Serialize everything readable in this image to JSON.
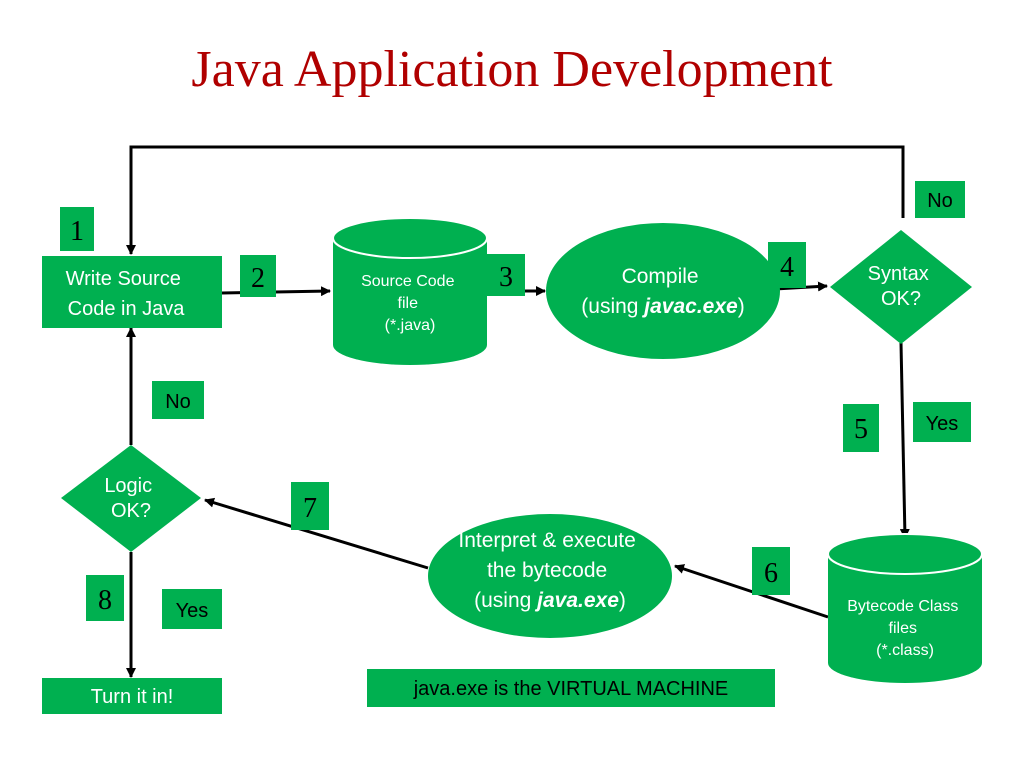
{
  "title": "Java Application Development",
  "colors": {
    "green": "#00b050",
    "title": "#b00000",
    "line": "#000000"
  },
  "nodes": {
    "write_source": {
      "line1": "Write Source",
      "line2": "Code in Java"
    },
    "source_file": {
      "line1": "Source Code",
      "line2": "file",
      "line3": "(*.java)"
    },
    "compile": {
      "line1": "Compile",
      "line2_prefix": "(using ",
      "line2_cmd": "javac.exe",
      "line2_suffix": ")"
    },
    "syntax_ok": {
      "line1": "Syntax",
      "line2": "OK?"
    },
    "bytecode_files": {
      "line1": "Bytecode Class",
      "line2": "files",
      "line3": "(*.class)"
    },
    "interpret": {
      "line1": "Interpret & execute",
      "line2": "the bytecode",
      "line3_prefix": "(using ",
      "line3_cmd": "java.exe",
      "line3_suffix": ")"
    },
    "logic_ok": {
      "line1": "Logic",
      "line2": "OK?"
    },
    "turn_in": {
      "label": "Turn it in!"
    }
  },
  "step_numbers": [
    "1",
    "2",
    "3",
    "4",
    "5",
    "6",
    "7",
    "8"
  ],
  "tags": {
    "syntax_no": "No",
    "syntax_yes": "Yes",
    "logic_no": "No",
    "logic_yes": "Yes"
  },
  "note": "java.exe is the VIRTUAL MACHINE"
}
